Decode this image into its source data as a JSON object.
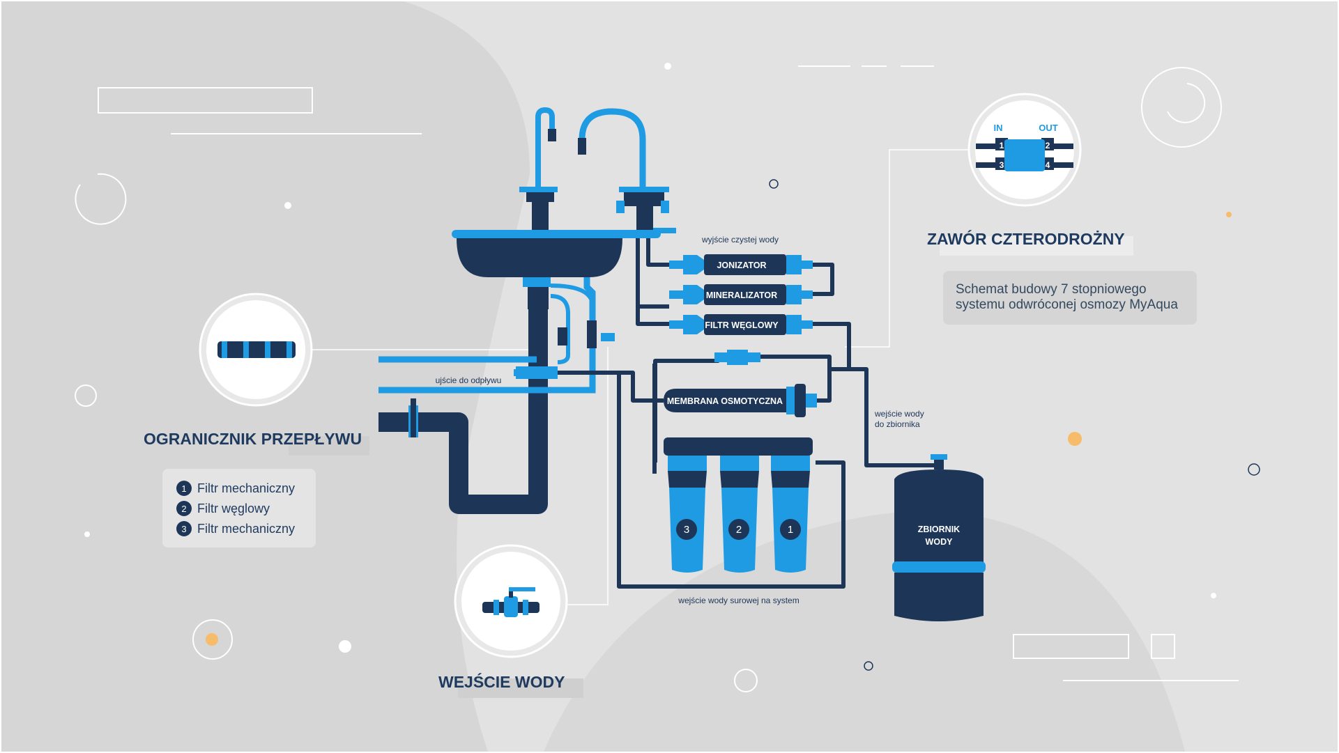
{
  "labels": {
    "clean_water_out": "wyjście czystej wody",
    "drain_outlet": "ujście do odpływu",
    "tank_inlet_line1": "wejście wody",
    "tank_inlet_line2": "do zbiornika",
    "raw_water_in": "wejście wody surowej na system"
  },
  "filters_top": [
    "JONIZATOR",
    "MINERALIZATOR",
    "FILTR WĘGLOWY"
  ],
  "membrane": "MEMBRANA OSMOTYCZNA",
  "tank": {
    "line1": "ZBIORNIK",
    "line2": "WODY"
  },
  "cartridges": [
    "3",
    "2",
    "1"
  ],
  "valve": {
    "in": "IN",
    "out": "OUT",
    "ports": [
      "1",
      "2",
      "3",
      "4"
    ]
  },
  "sections": {
    "flow_limiter": "OGRANICZNIK PRZEPŁYWU",
    "water_inlet": "WEJŚCIE WODY",
    "four_way_valve": "ZAWÓR CZTERODROŻNY"
  },
  "legend": [
    {
      "num": "1",
      "text": "Filtr mechaniczny"
    },
    {
      "num": "2",
      "text": "Filtr węglowy"
    },
    {
      "num": "3",
      "text": "Filtr mechaniczny"
    }
  ],
  "description": {
    "line1": "Schemat budowy 7 stopniowego",
    "line2": "systemu odwróconej osmozy MyAqua"
  },
  "colors": {
    "background": "#e2e2e2",
    "navy": "#1d3557",
    "blue": "#1e9be3",
    "accent_orange": "#f7bc6a"
  }
}
